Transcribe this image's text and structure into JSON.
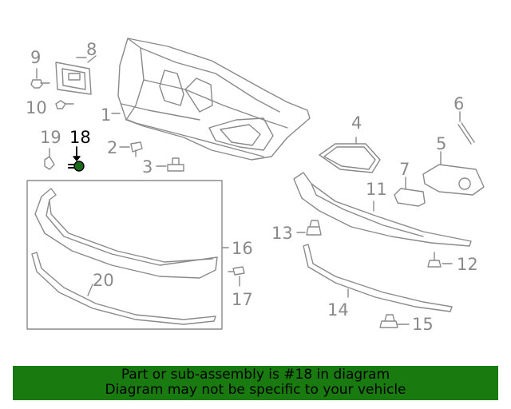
{
  "callouts": {
    "c1": "1",
    "c2": "2",
    "c3": "3",
    "c4": "4",
    "c5": "5",
    "c6": "6",
    "c7": "7",
    "c8": "8",
    "c9": "9",
    "c10": "10",
    "c11": "11",
    "c12": "12",
    "c13": "13",
    "c14": "14",
    "c15": "15",
    "c16": "16",
    "c17": "17",
    "c18": "18",
    "c19": "19",
    "c20": "20"
  },
  "highlighted_part": "18",
  "banner": {
    "line1": "Part or sub-assembly is #18 in diagram",
    "line2": "Diagram may not be specific to your vehicle"
  },
  "colors": {
    "banner_bg": "#197a10",
    "line": "#8a8a8a",
    "highlight": "#000000"
  }
}
